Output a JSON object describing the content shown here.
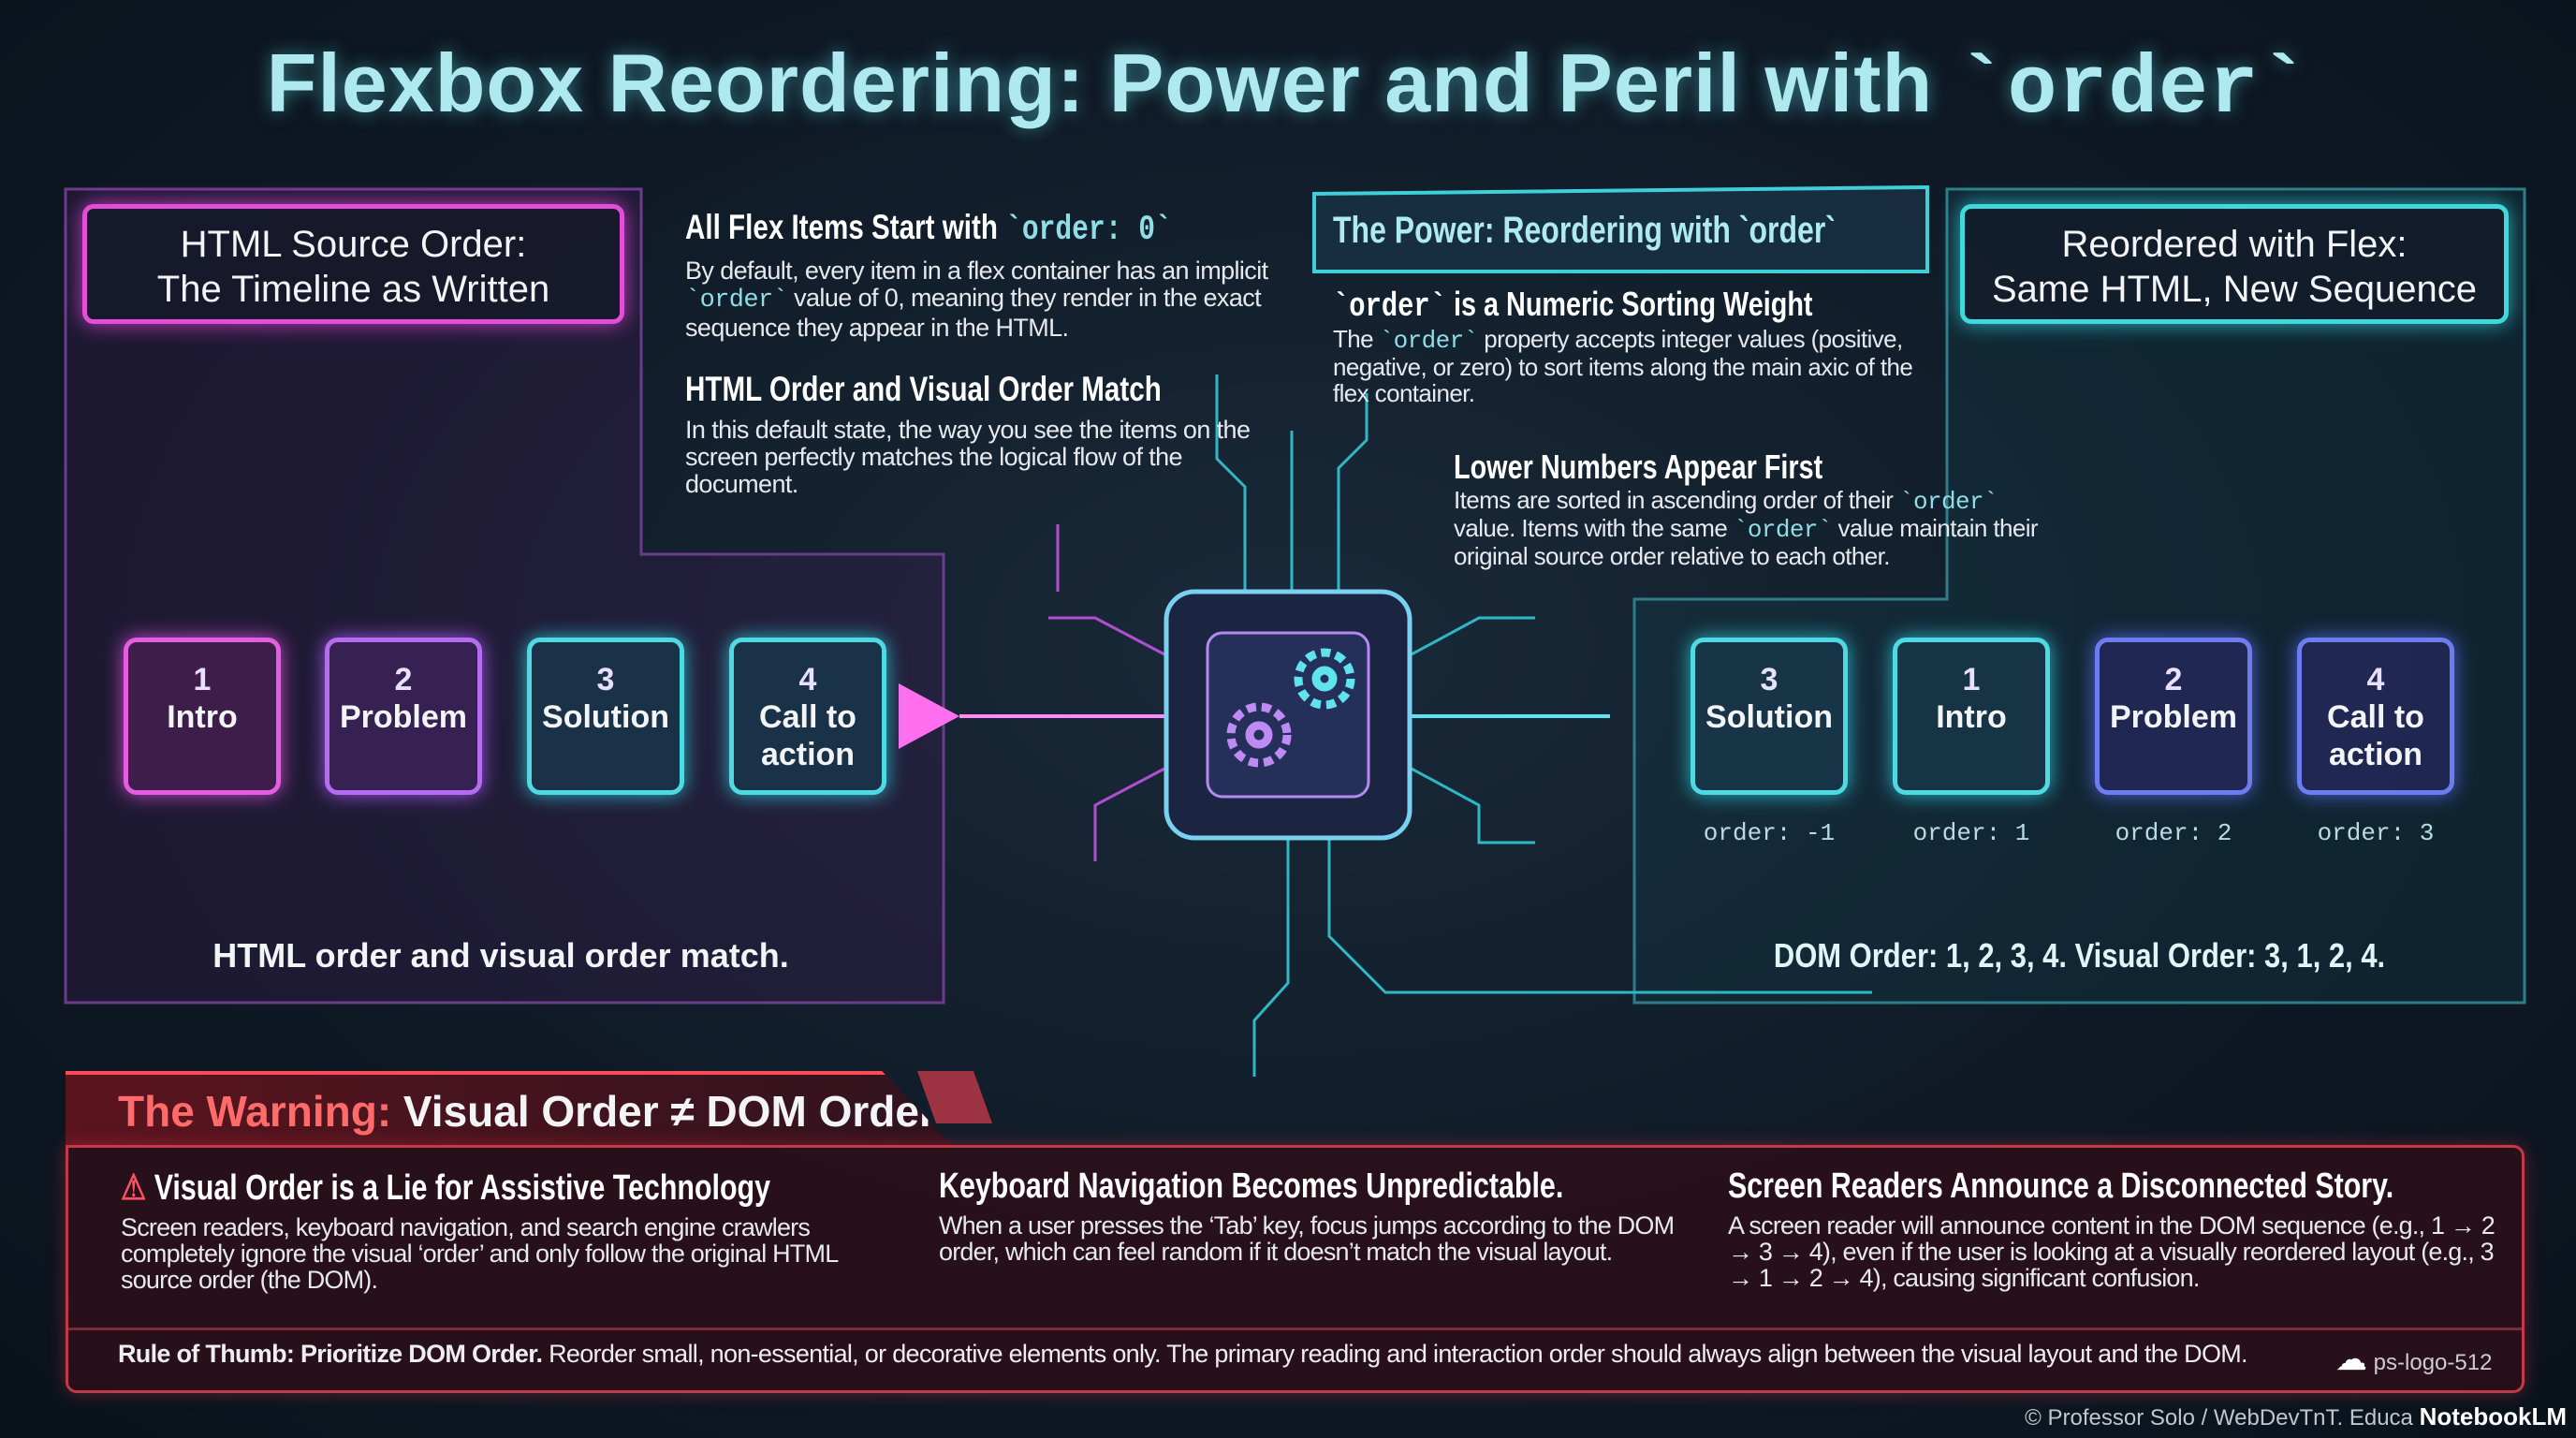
{
  "title": {
    "text": "Flexbox Reordering: Power and Peril with ",
    "code": "`order`"
  },
  "left": {
    "header_line1": "HTML Source Order:",
    "header_line2": "The Timeline as Written",
    "boxes": [
      {
        "num": "1",
        "label": "Intro"
      },
      {
        "num": "2",
        "label": "Problem"
      },
      {
        "num": "3",
        "label": "Solution"
      },
      {
        "num": "4",
        "label": "Call to action"
      }
    ],
    "caption": "HTML order and visual order match."
  },
  "middle": {
    "h1_text": "All Flex Items Start with ",
    "h1_code": "`order: 0`",
    "p1_a": "By default, every item in a flex container has an implicit ",
    "p1_code": "`order`",
    "p1_b": " value of 0, meaning they render in the exact sequence they appear in the HTML.",
    "h2": "HTML Order and Visual Order Match",
    "p2": "In this default state, the way you see the items on the screen perfectly matches the logical flow of the document."
  },
  "power": {
    "header": "The Power: Reordering with `order`",
    "h1_code": "`order`",
    "h1_text": " is a Numeric Sorting Weight",
    "p1_a": "The ",
    "p1_code": "`order`",
    "p1_b": " property accepts integer values (positive, negative, or zero) to sort items along the main axic of the flex container.",
    "h2": "Lower Numbers Appear First",
    "p2_a": "Items are sorted in ascending order of their ",
    "p2_code1": "`order`",
    "p2_b": " value. Items with the same ",
    "p2_code2": "`order`",
    "p2_c": " value maintain their original source order relative to each other."
  },
  "right": {
    "header_line1": "Reordered with Flex:",
    "header_line2": "Same HTML, New Sequence",
    "boxes": [
      {
        "num": "3",
        "label": "Solution",
        "order": "order: -1"
      },
      {
        "num": "1",
        "label": "Intro",
        "order": "order: 1"
      },
      {
        "num": "2",
        "label": "Problem",
        "order": "order: 2"
      },
      {
        "num": "4",
        "label": "Call to action",
        "order": "order: 3"
      }
    ],
    "caption": "DOM Order: 1, 2, 3, 4.  Visual Order: 3, 1, 2, 4."
  },
  "warning": {
    "tab_red": "The Warning:",
    "tab_white": " Visual Order ≠ DOM Order",
    "columns": [
      {
        "heading": "Visual Order is a Lie for Assistive Technology",
        "body": "Screen readers, keyboard navigation, and search engine crawlers completely ignore the visual ‘order’ and only follow the original HTML source order (the DOM)."
      },
      {
        "heading": "Keyboard Navigation Becomes Unpredictable.",
        "body": "When a user presses the ‘Tab’ key, focus jumps according to the DOM order, which can feel random if it doesn’t match the visual layout."
      },
      {
        "heading": "Screen Readers Announce a Disconnected Story.",
        "body": "A screen reader will announce content in the DOM sequence (e.g., 1 → 2 → 3 → 4), even if the user is looking at a visually reordered layout (e.g., 3 → 1 → 2 → 4), causing significant confusion."
      }
    ],
    "rule_bold": "Rule of Thumb: Prioritize DOM Order.",
    "rule_text": " Reorder small, non-essential, or decorative elements only. The primary reading and interaction order should always align between the visual layout and the DOM.",
    "logo_text": "ps-logo-512"
  },
  "footer": {
    "credit": "© Professor Solo / WebDevTnT. Educa",
    "brand": "NotebookLM"
  },
  "colors": {
    "pink": "#e55de0",
    "cyan": "#4fd9e3",
    "warning": "#ff4a5a"
  }
}
